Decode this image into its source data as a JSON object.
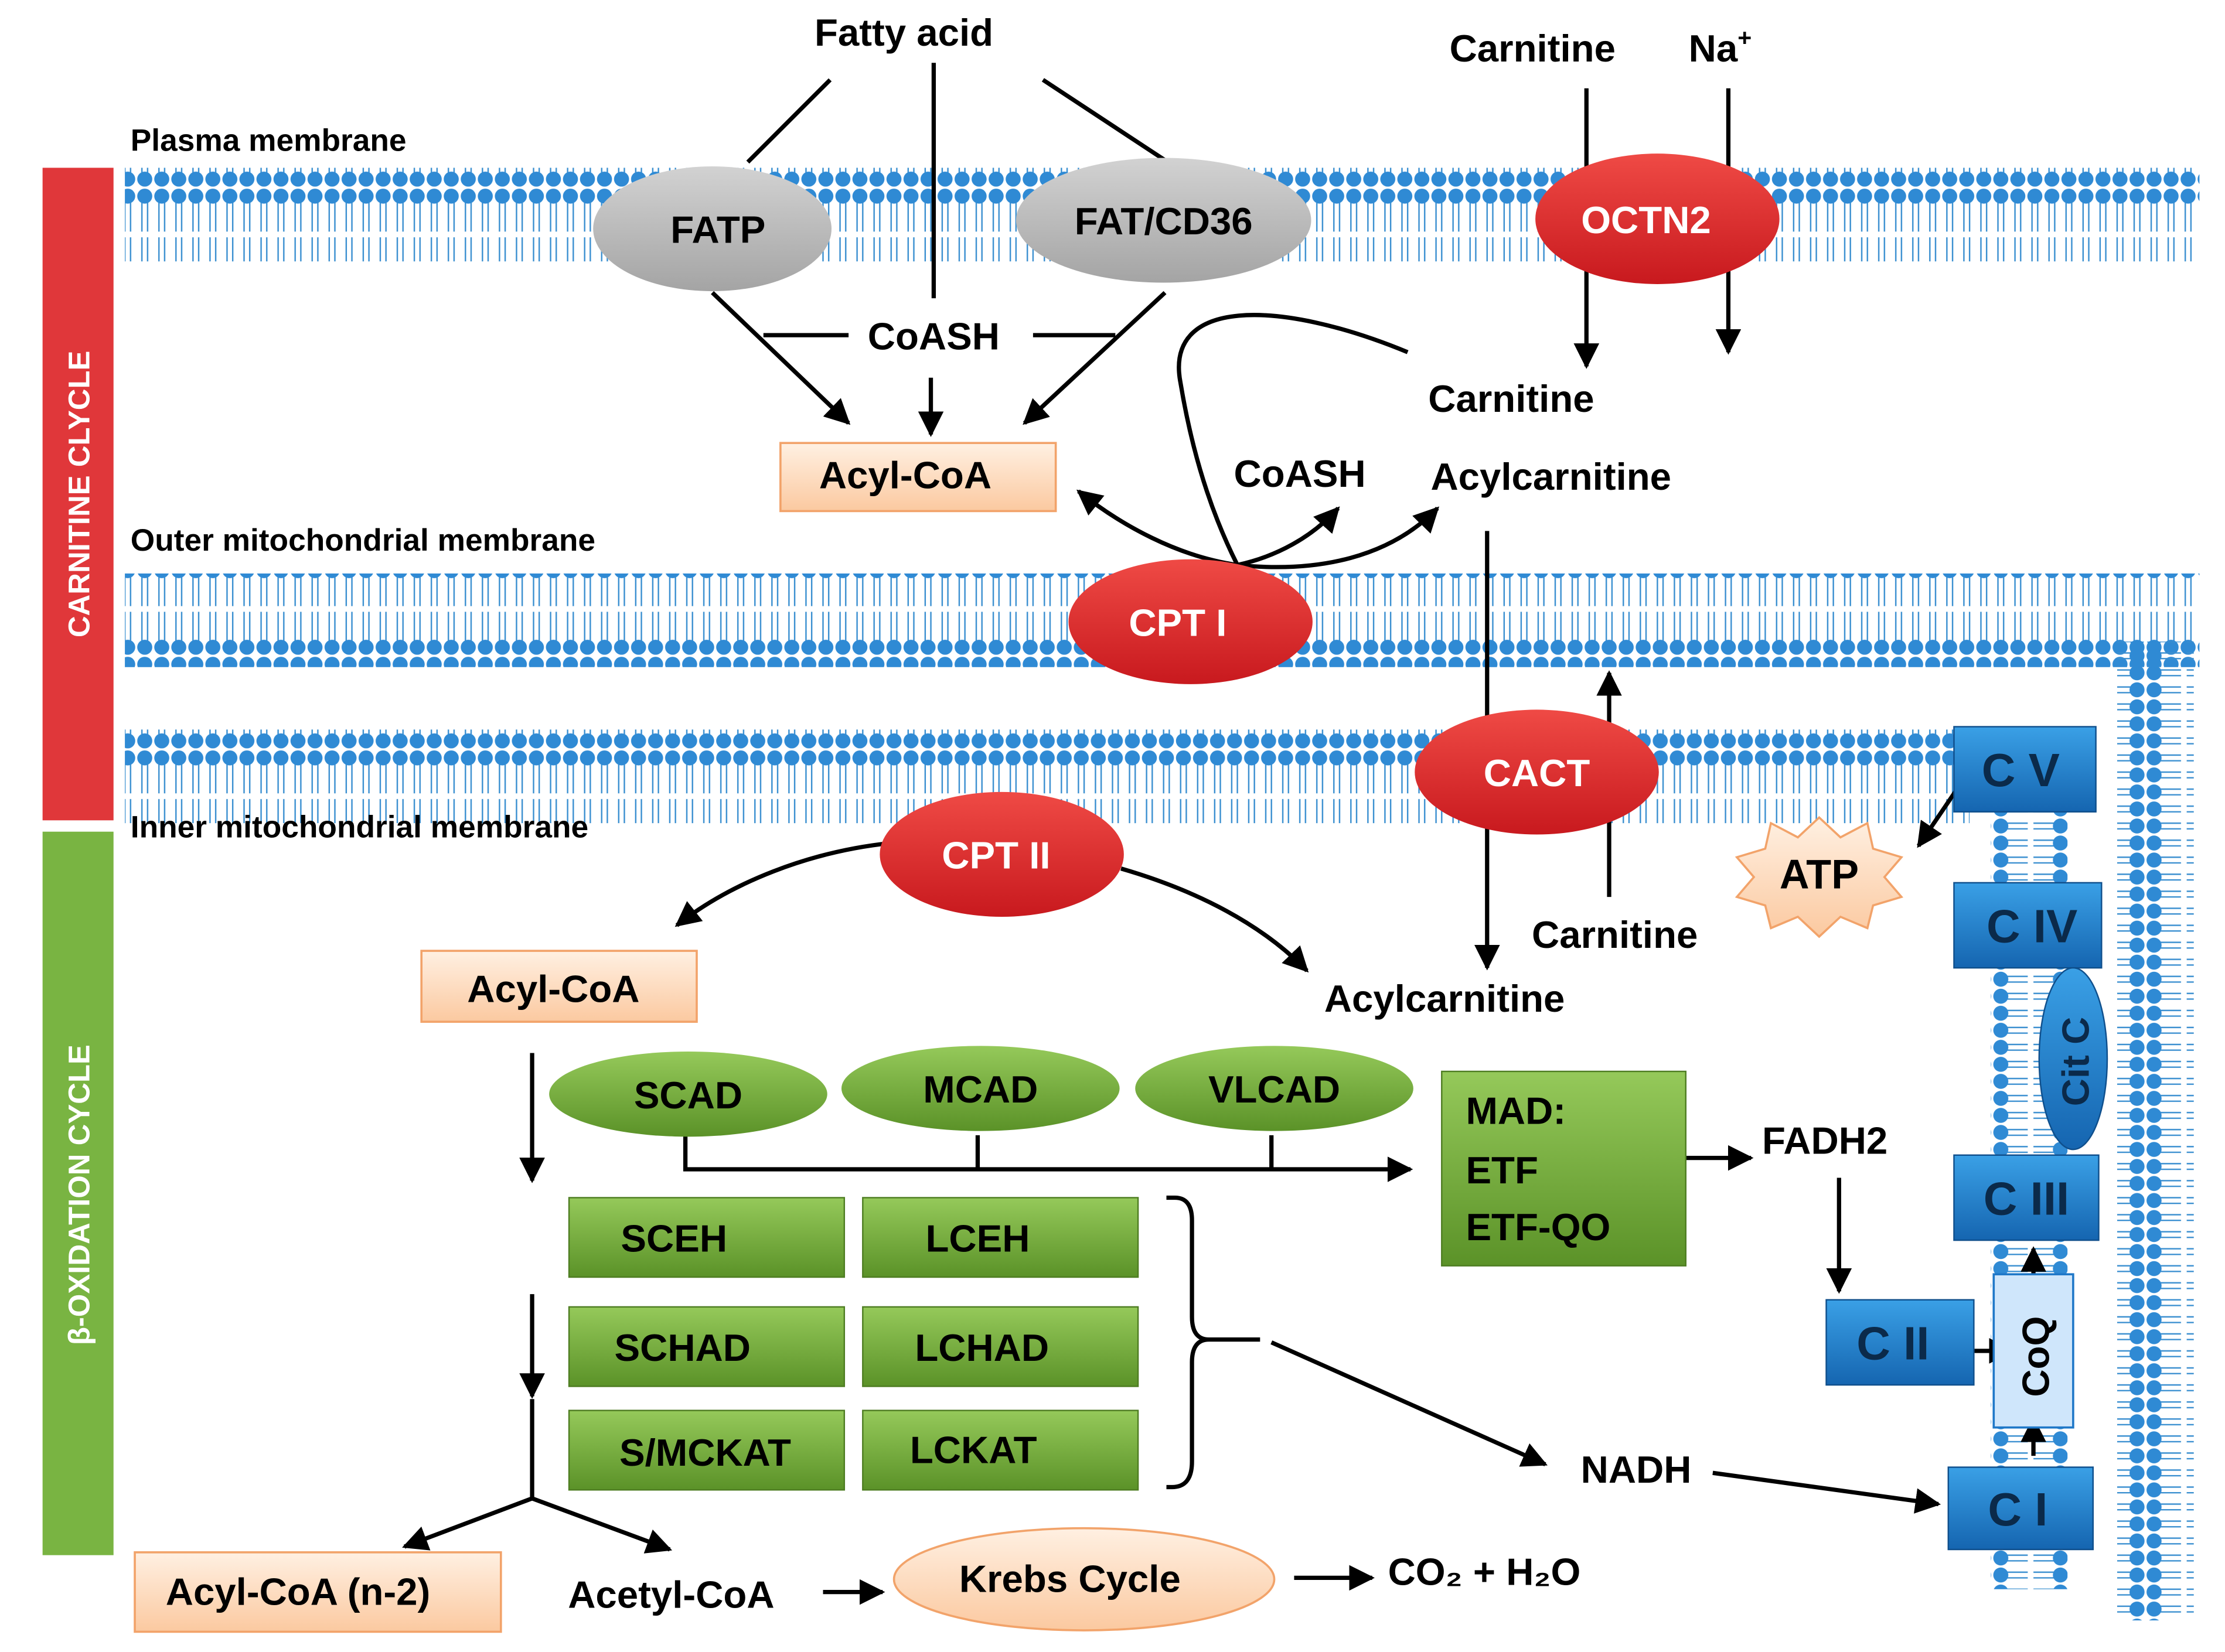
{
  "sidebars": {
    "carnitine_cycle": "CARNITINE CLYCLE",
    "beta_oxidation_cycle": "β-OXIDATION CYCLE"
  },
  "membranes": {
    "plasma": "Plasma membrane",
    "outer": "Outer mitochondrial membrane",
    "inner": "Inner mitochondrial membrane"
  },
  "metabolites": {
    "fatty_acid": "Fatty acid",
    "coash_top": "CoASH",
    "coash_mid": "CoASH",
    "carnitine_top": "Carnitine",
    "na_ion": "Na",
    "na_charge": "+",
    "carnitine_mid": "Carnitine",
    "acylcarnitine_mid": "Acylcarnitine",
    "carnitine_low": "Carnitine",
    "acylcarnitine_low": "Acylcarnitine",
    "fadh2": "FADH2",
    "nadh": "NADH",
    "acetyl_coa": "Acetyl-CoA",
    "co2_h2o": "CO₂ + H₂O"
  },
  "proteins": {
    "fatp": "FATP",
    "fat_cd36": "FAT/CD36",
    "octn2": "OCTN2",
    "cpt1": "CPT I",
    "cact": "CACT",
    "cpt2": "CPT II"
  },
  "boxes": {
    "acyl_coa_top": "Acyl-CoA",
    "acyl_coa_mid": "Acyl-CoA",
    "acyl_coa_n2": "Acyl-CoA (n-2)",
    "krebs": "Krebs Cycle",
    "atp": "ATP"
  },
  "enzymes": {
    "scad": "SCAD",
    "mcad": "MCAD",
    "vlcad": "VLCAD",
    "sceh": "SCEH",
    "lceh": "LCEH",
    "schad": "SCHAD",
    "lchad": "LCHAD",
    "smckat": "S/MCKAT",
    "lckat": "LCKAT",
    "mad_lines": [
      "MAD:",
      "ETF",
      "ETF-QO"
    ]
  },
  "complexes": {
    "c5": "C V",
    "c4": "C IV",
    "cytc": "Cit C",
    "c3": "C III",
    "c2": "C II",
    "coq": "CoQ",
    "c1": "C I"
  },
  "colors": {
    "membrane_blue": "#3a8fd0",
    "protein_red": "#d8262b",
    "protein_gray": "#b8b8b8",
    "enzyme_green": "#6fa82f",
    "complex_blue": "#1f78c8",
    "salmon_box": "#fde0c6",
    "sidebar_red": "#e0373a",
    "sidebar_green": "#79b442"
  }
}
